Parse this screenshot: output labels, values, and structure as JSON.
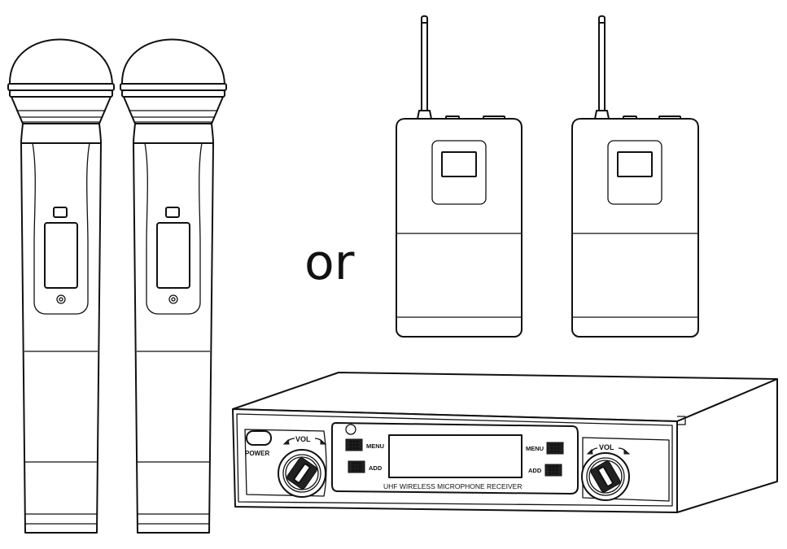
{
  "connector_word": "or",
  "receiver": {
    "power_label": "POWER",
    "vol_left_label": "VOL",
    "vol_right_label": "VOL",
    "menu_left_label": "MENU",
    "add_left_label": "ADD",
    "menu_right_label": "MENU",
    "add_right_label": "ADD",
    "model_label": "UHF WIRELESS MICROPHONE RECEIVER"
  },
  "colors": {
    "line": "#111111",
    "background": "#ffffff"
  }
}
